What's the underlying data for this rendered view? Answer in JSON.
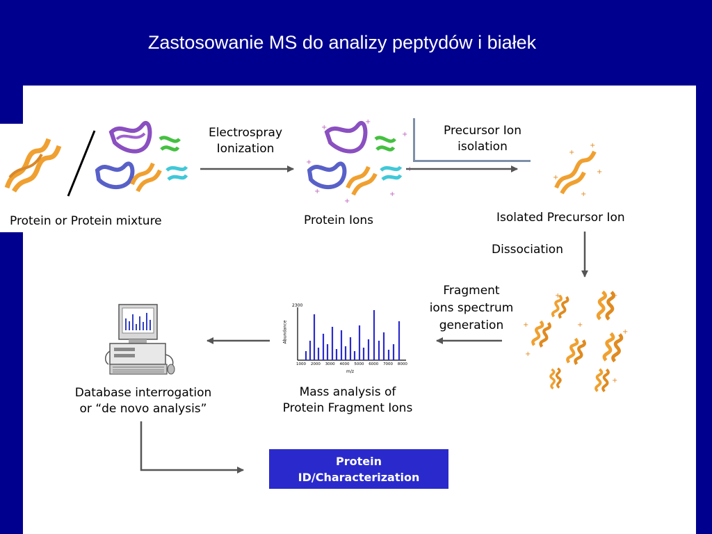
{
  "slide": {
    "title": "Zastosowanie MS do analizy peptydów i białek"
  },
  "labels": {
    "protein_mixture": "Protein or Protein mixture",
    "electrospray_line1": "Electrospray",
    "electrospray_line2": "Ionization",
    "protein_ions": "Protein Ions",
    "precursor_line1": "Precursor Ion",
    "precursor_line2": "isolation",
    "isolated_precursor": "Isolated Precursor Ion",
    "dissociation": "Dissociation",
    "fragment_line1": "Fragment",
    "fragment_line2": "ions spectrum",
    "fragment_line3": "generation",
    "mass_line1": "Mass analysis of",
    "mass_line2": "Protein Fragment Ions",
    "database_line1": "Database interrogation",
    "database_line2": "or “de novo analysis”",
    "result_line1": "Protein",
    "result_line2": "ID/Characterization"
  },
  "spectrum": {
    "x_ticks": [
      "1000",
      "2000",
      "3000",
      "4000",
      "5000",
      "6000",
      "7000",
      "8000"
    ],
    "x_label": "m/z",
    "y_label": "Abundance",
    "y_top": "2300"
  },
  "colors": {
    "background": "#00008f",
    "accent_box": "#2a2acc",
    "protein_orange": "#f0a030",
    "protein_purple": "#8a4fc0",
    "protein_green": "#44c040",
    "protein_cyan": "#40c8d8",
    "protein_blue": "#5860c8",
    "spectrum_bars": "#2a2acc"
  }
}
